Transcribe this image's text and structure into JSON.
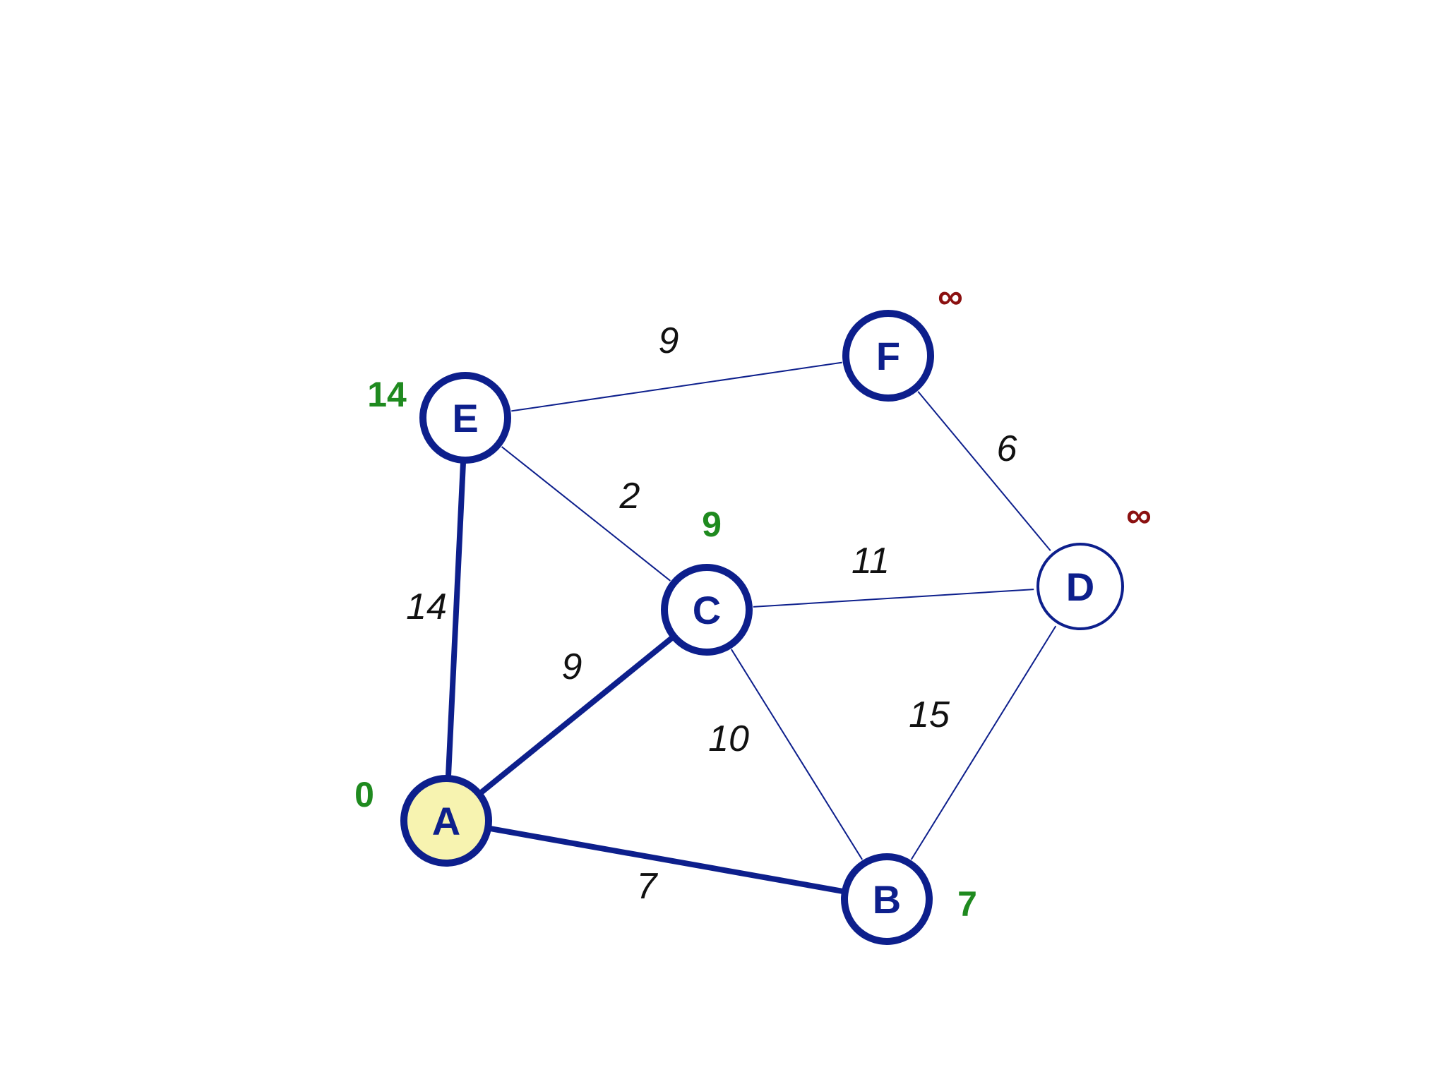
{
  "colors": {
    "node_stroke": "#0d1f8c",
    "edge_stroke": "#0d1f8c",
    "start_node_fill": "#f7f3b0",
    "node_fill": "#ffffff",
    "known_distance": "#1f8a1f",
    "unknown_distance": "#8b1010",
    "weight_text": "#111111"
  },
  "nodes": [
    {
      "id": "A",
      "label": "A",
      "distance": "0",
      "status": "current"
    },
    {
      "id": "B",
      "label": "B",
      "distance": "7",
      "status": "known"
    },
    {
      "id": "C",
      "label": "C",
      "distance": "9",
      "status": "known"
    },
    {
      "id": "D",
      "label": "D",
      "distance": "∞",
      "status": "unknown"
    },
    {
      "id": "E",
      "label": "E",
      "distance": "14",
      "status": "known"
    },
    {
      "id": "F",
      "label": "F",
      "distance": "∞",
      "status": "unknown"
    }
  ],
  "edges": [
    {
      "from": "A",
      "to": "B",
      "weight": "7",
      "highlighted": true
    },
    {
      "from": "A",
      "to": "C",
      "weight": "9",
      "highlighted": true
    },
    {
      "from": "A",
      "to": "E",
      "weight": "14",
      "highlighted": true
    },
    {
      "from": "E",
      "to": "F",
      "weight": "9",
      "highlighted": false
    },
    {
      "from": "E",
      "to": "C",
      "weight": "2",
      "highlighted": false
    },
    {
      "from": "C",
      "to": "D",
      "weight": "11",
      "highlighted": false
    },
    {
      "from": "C",
      "to": "B",
      "weight": "10",
      "highlighted": false
    },
    {
      "from": "F",
      "to": "D",
      "weight": "6",
      "highlighted": false
    },
    {
      "from": "B",
      "to": "D",
      "weight": "15",
      "highlighted": false
    }
  ]
}
